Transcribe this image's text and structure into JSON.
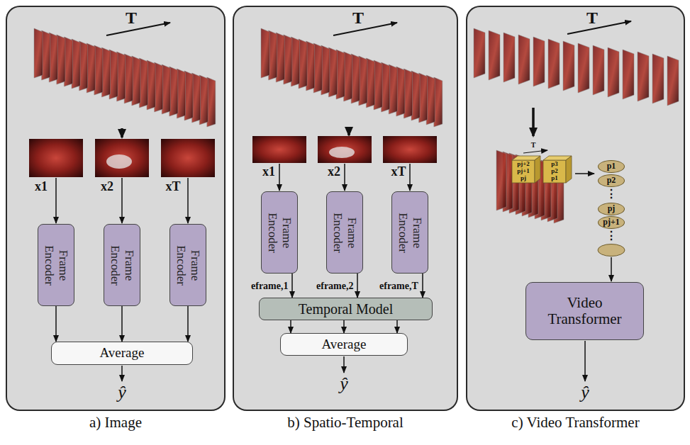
{
  "diagram": {
    "nodes": [
      {
        "text": [
          "a) Image"
        ]
      },
      {
        "text": [
          "Frame Encoder"
        ],
        "in": 0
      },
      {
        "text": [
          "Frame Encoder"
        ],
        "in": 0
      },
      {
        "text": [
          "Frame Encoder"
        ],
        "in": 0
      },
      {
        "text": [
          "Average"
        ],
        "in": 0
      },
      {
        "text": [
          "b) Spatio-Temporal"
        ]
      },
      {
        "text": [
          "Frame Encoder"
        ],
        "in": 5
      },
      {
        "text": [
          "Frame Encoder"
        ],
        "in": 5
      },
      {
        "text": [
          "Frame Encoder"
        ],
        "in": 5
      },
      {
        "text": [
          "Temporal Model"
        ],
        "in": 5
      },
      {
        "text": [
          "Average"
        ],
        "in": 5
      },
      {
        "text": [
          "c) Video Transformer"
        ]
      },
      {
        "text": [
          "p1"
        ],
        "in": 11
      },
      {
        "text": [
          "p2"
        ],
        "in": 11
      },
      {
        "text": [
          "pj"
        ],
        "in": 11
      },
      {
        "text": [
          "pj+1"
        ],
        "in": 11
      },
      {
        "text": [
          "Video Transformer"
        ],
        "in": 11
      }
    ],
    "edges": [
      {
        "from": 1,
        "to": 4,
        "arrow": "to"
      },
      {
        "from": 2,
        "to": 4,
        "arrow": "to"
      },
      {
        "from": 3,
        "to": 4,
        "arrow": "to"
      },
      {
        "from": 6,
        "to": 9,
        "label": "eframe,1",
        "arrow": "to"
      },
      {
        "from": 7,
        "to": 9,
        "label": "eframe,2",
        "arrow": "to"
      },
      {
        "from": 8,
        "to": 9,
        "label": "eframe,T",
        "arrow": "to"
      },
      {
        "from": 9,
        "to": 10,
        "arrow": "to"
      },
      {
        "from": 9,
        "to": 10,
        "arrow": "to"
      },
      {
        "from": 9,
        "to": 10,
        "arrow": "to"
      }
    ],
    "labels": [
      "T",
      "x1",
      "x2",
      "xT",
      "ŷ",
      "T",
      "x1",
      "x2",
      "xT",
      "ŷ",
      "T",
      "T",
      "pj+2",
      "pj+1",
      "pj",
      "p3",
      "p2",
      "p1",
      "⋮",
      "⋮",
      "ŷ"
    ]
  }
}
